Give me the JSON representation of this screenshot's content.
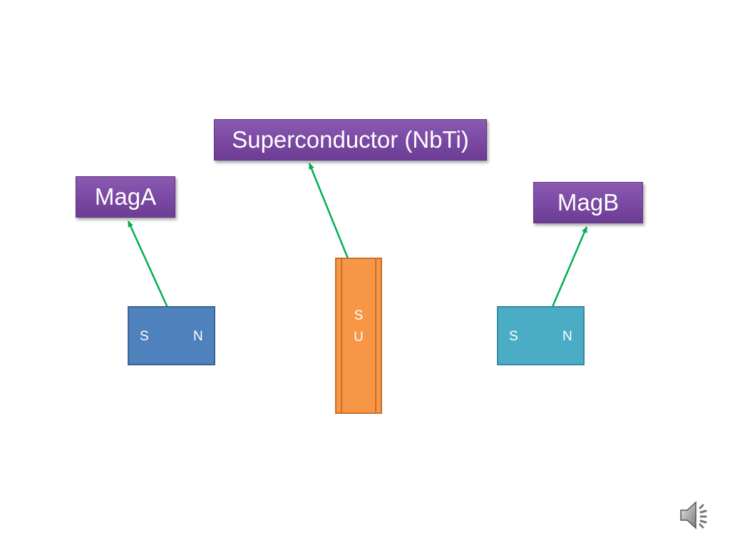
{
  "labels": {
    "superconductor": "Superconductor (NbTi)",
    "mag_a": "MagA",
    "mag_b": "MagB"
  },
  "magnet_a": {
    "south": "S",
    "north": "N"
  },
  "magnet_b": {
    "south": "S",
    "north": "N"
  },
  "superconductor_bar": {
    "letters": [
      "S",
      "U"
    ]
  },
  "icons": {
    "audio": "speaker-icon"
  },
  "colors": {
    "label_purple": "#7a48a2",
    "magnet_a_blue": "#4f81bd",
    "magnet_b_teal": "#4bacc6",
    "superconductor_orange": "#f79646",
    "arrow_green": "#00b050"
  }
}
